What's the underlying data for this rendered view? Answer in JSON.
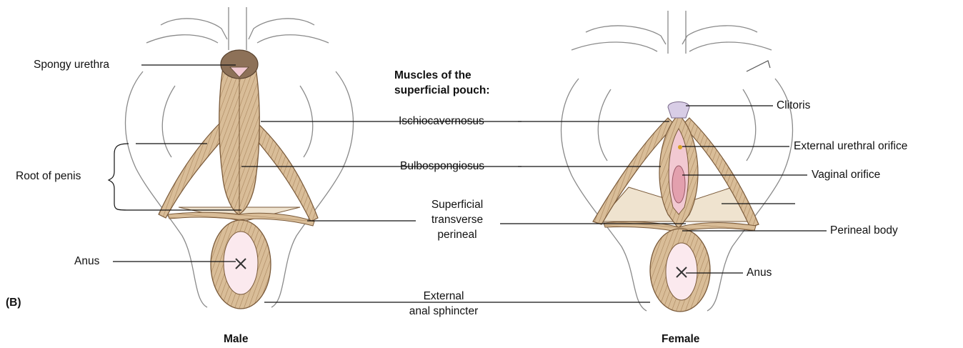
{
  "figure": {
    "panel_label": "(B)",
    "heading_line1": "Muscles of the",
    "heading_line2": "superficial pouch:"
  },
  "male": {
    "caption": "Male",
    "labels": {
      "spongy_urethra": "Spongy urethra",
      "root_of_penis": "Root of penis",
      "anus": "Anus"
    }
  },
  "female": {
    "caption": "Female",
    "labels": {
      "clitoris": "Clitoris",
      "external_urethral_orifice": "External urethral orifice",
      "vaginal_orifice": "Vaginal orifice",
      "perineal_body": "Perineal body",
      "anus": "Anus"
    }
  },
  "muscles": {
    "ischiocavernosus": "Ischiocavernosus",
    "bulbospongiosus": "Bulbospongiosus",
    "superficial_transverse_line1": "Superficial",
    "superficial_transverse_line2": "transverse",
    "superficial_transverse_line3": "perineal",
    "external_anal_line1": "External",
    "external_anal_line2": "anal sphincter"
  },
  "colors": {
    "muscle_fill": "#d9bd98",
    "muscle_stroke": "#7a5a3a",
    "membrane": "#efe3cf",
    "mucosa_pink": "#f2c9d2",
    "clitoris": "#d8cde6",
    "bone_line": "#8a8a8a",
    "leader_line": "#111111"
  }
}
